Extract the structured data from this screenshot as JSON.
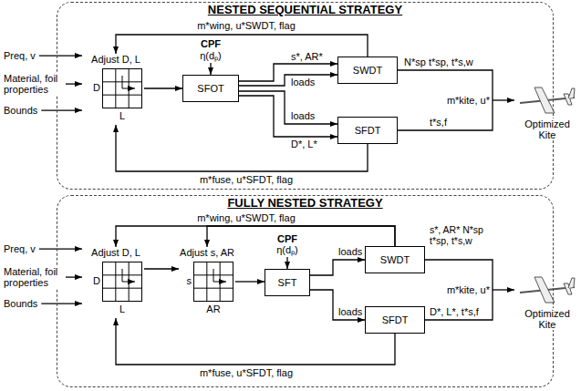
{
  "diagram": {
    "nodes": [
      {
        "text": [
          "NESTED SEQUENTIAL STRATEGY"
        ]
      },
      {
        "text": [
          "Adjust D, L",
          "D",
          "L"
        ],
        "in": 0
      },
      {
        "text": [
          "SFOT"
        ],
        "in": 0
      },
      {
        "text": [
          "SWDT"
        ],
        "in": 0
      },
      {
        "text": [
          "SFDT"
        ],
        "in": 0
      },
      {
        "text": [
          "FULLY NESTED STRATEGY"
        ]
      },
      {
        "text": [
          "Adjust D, L",
          "D",
          "L"
        ],
        "in": 5
      },
      {
        "text": [
          "Adjust s, AR",
          "s",
          "AR"
        ],
        "in": 5
      },
      {
        "text": [
          "SFT"
        ],
        "in": 5
      },
      {
        "text": [
          "SWDT"
        ],
        "in": 5
      },
      {
        "text": [
          "SFDT"
        ],
        "in": 5
      }
    ],
    "edges": [
      {
        "from": 1,
        "to": 2,
        "arrow": "to"
      },
      {
        "from": 2,
        "to": 3,
        "label": "s*, AR*",
        "arrow": "to"
      },
      {
        "from": 2,
        "to": 3,
        "label": "loads",
        "arrow": "to"
      },
      {
        "from": 2,
        "to": 4,
        "label": "loads",
        "arrow": "to"
      },
      {
        "from": 2,
        "to": 4,
        "label": "D*, L*",
        "arrow": "to"
      },
      {
        "from": 3,
        "to": 1,
        "label": "m*wing, u*SWDT, flag",
        "arrow": "to"
      },
      {
        "from": 4,
        "to": 1,
        "label": "m*fuse, u*SFDT, flag",
        "arrow": "to"
      },
      {
        "from": 6,
        "to": 7,
        "arrow": "to"
      },
      {
        "from": 7,
        "to": 8,
        "arrow": "to"
      },
      {
        "from": 8,
        "to": 9,
        "label": "loads",
        "arrow": "to"
      },
      {
        "from": 8,
        "to": 10,
        "label": "loads",
        "arrow": "to"
      },
      {
        "from": 9,
        "to": 6,
        "label": "m*wing, u*SWDT, flag",
        "arrow": "to"
      },
      {
        "from": 9,
        "to": 7,
        "arrow": "to"
      },
      {
        "from": 10,
        "to": 6,
        "label": "m*fuse, u*SFDT, flag",
        "arrow": "to"
      }
    ],
    "labels": [
      "Preq, v",
      "Material, foil properties",
      "Bounds",
      "CPF",
      "η(dₚ)",
      "N*sp t*sp, t*s,w",
      "t*s,f",
      "m*kite, u*",
      "Optimized Kite",
      "Preq, v",
      "Material, foil properties",
      "Bounds",
      "CPF",
      "η(dₚ)",
      "s*, AR* N*sp t*sp, t*s,w",
      "D*, L*, t*s,f",
      "m*kite, u*",
      "Optimized Kite"
    ]
  }
}
